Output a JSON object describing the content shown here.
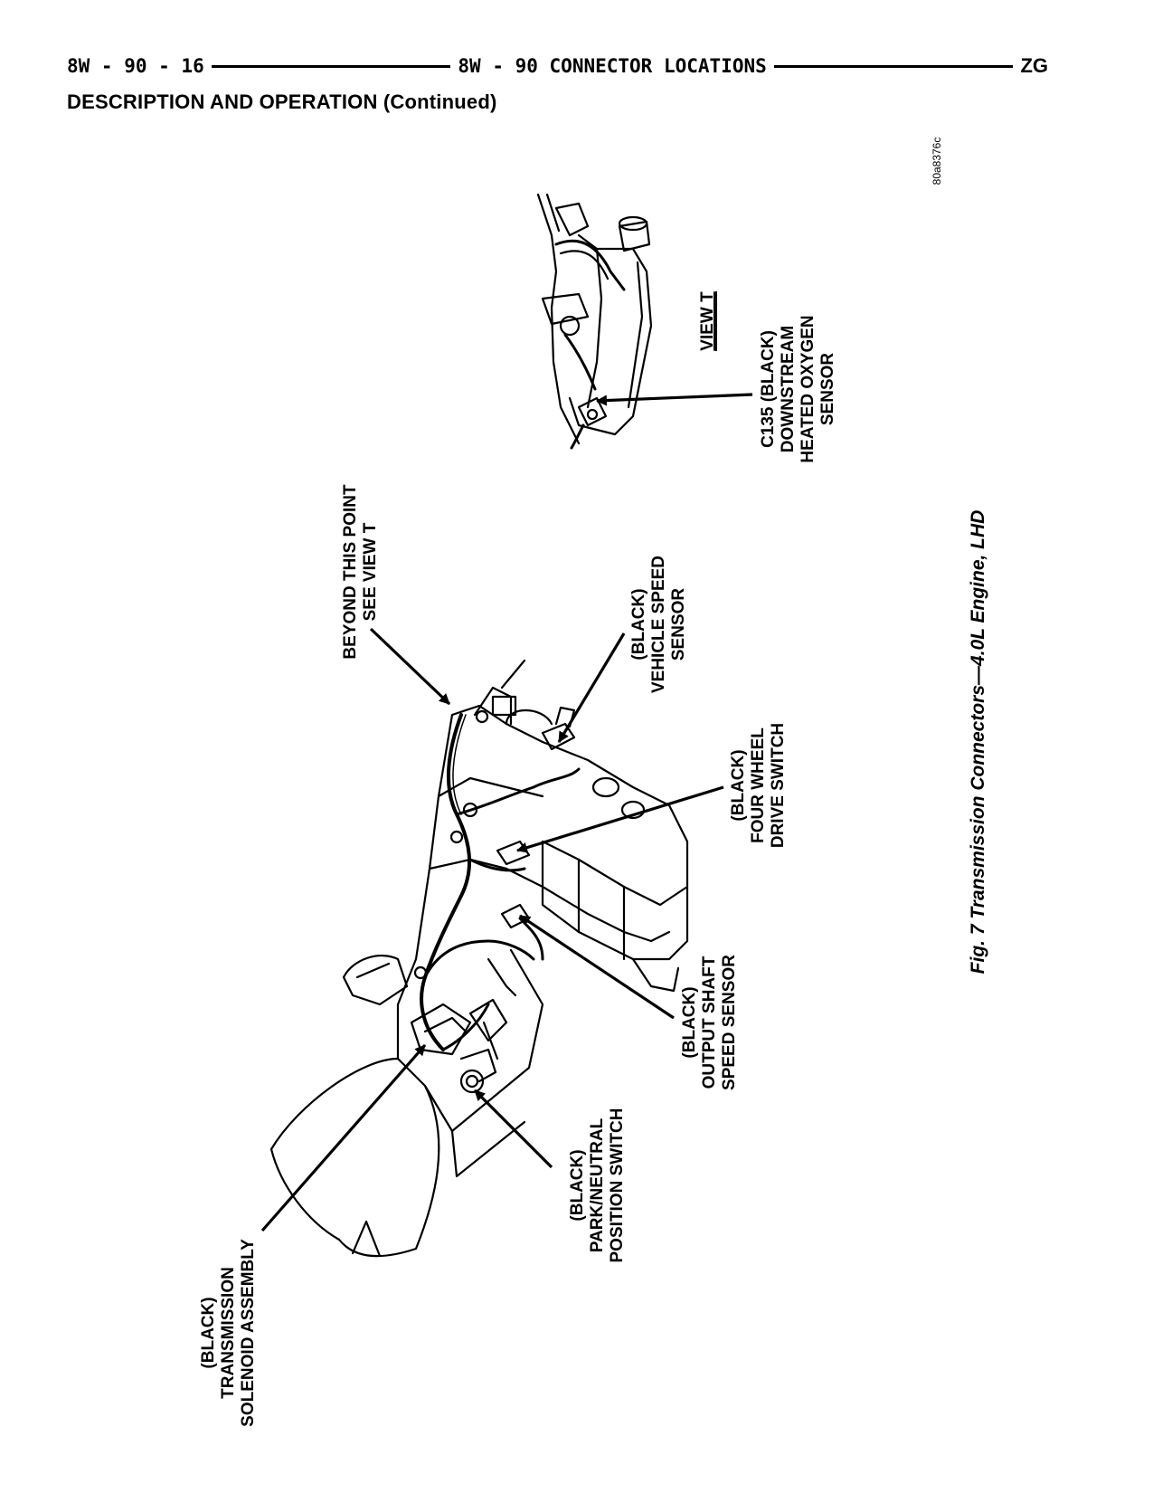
{
  "header": {
    "left": "8W - 90 - 16",
    "center": "8W - 90 CONNECTOR LOCATIONS",
    "right": "ZG"
  },
  "section_title": "DESCRIPTION AND OPERATION (Continued)",
  "figure": {
    "art_id": "80a8376c",
    "caption": "Fig. 7 Transmission Connectors—4.0L Engine, LHD",
    "callouts": {
      "solenoid": [
        "(BLACK)",
        "TRANSMISSION",
        "SOLENOID ASSEMBLY"
      ],
      "park_neutral": [
        "(BLACK)",
        "PARK/NEUTRAL",
        "POSITION SWITCH"
      ],
      "output_shaft": [
        "(BLACK)",
        "OUTPUT SHAFT",
        "SPEED SENSOR"
      ],
      "four_wheel": [
        "(BLACK)",
        "FOUR WHEEL",
        "DRIVE SWITCH"
      ],
      "vehicle_speed": [
        "(BLACK)",
        "VEHICLE SPEED",
        "SENSOR"
      ],
      "beyond": [
        "BEYOND THIS POINT",
        "SEE VIEW T"
      ],
      "c135": [
        "C135 (BLACK)",
        "DOWNSTREAM",
        "HEATED OXYGEN",
        "SENSOR"
      ],
      "view_t": "VIEW T"
    }
  }
}
